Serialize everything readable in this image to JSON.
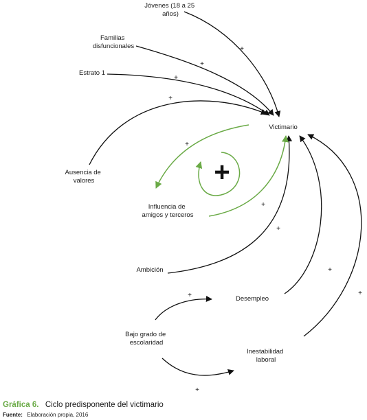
{
  "nodes": {
    "jovenes": [
      "Jóvenes (18 a 25",
      "años)"
    ],
    "familias": [
      "Familias",
      "disfuncionales"
    ],
    "estrato": [
      "Estrato 1"
    ],
    "ausencia": [
      "Ausencia de",
      "valores"
    ],
    "victimario": [
      "Victimario"
    ],
    "influencia": [
      "Influencia de",
      "amigos y terceros"
    ],
    "ambicion": [
      "Ambición"
    ],
    "desempleo": [
      "Desempleo"
    ],
    "bajo_grado": [
      "Bajo grado de",
      "escolaridad"
    ],
    "inestabilidad": [
      "Inestabilidad",
      "laboral"
    ]
  },
  "polarity": "+",
  "loop_symbol": "+",
  "colors": {
    "edge": "#111111",
    "loop": "#6aaa46",
    "caption_label": "#6aaa46"
  },
  "caption": {
    "label": "Gráfica 6.",
    "title": "Ciclo predisponente del victimario",
    "source_label": "Fuente:",
    "source_text": "Elaboración propia, 2016"
  }
}
